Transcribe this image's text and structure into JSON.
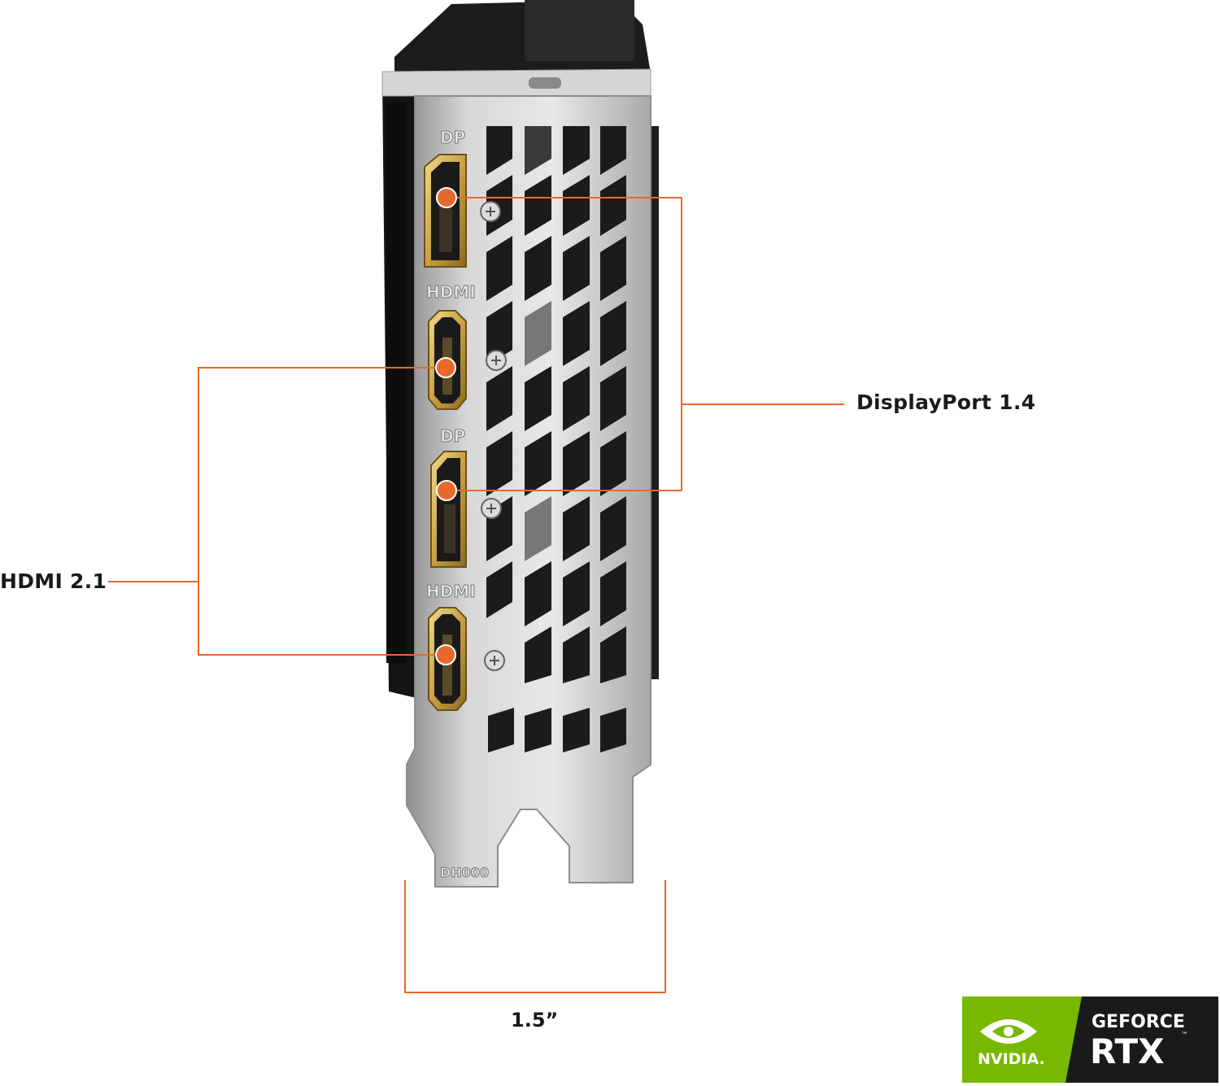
{
  "callouts": {
    "displayport": "DisplayPort 1.4",
    "hdmi": "HDMI 2.1",
    "bracket_width": "1.5”"
  },
  "port_labels": {
    "dp_top": "DP",
    "hdmi_1": "HDMI",
    "dp_2": "DP",
    "hdmi_2": "HDMI",
    "bracket_code": "DH000"
  },
  "badge": {
    "left_text": "NVIDIA.",
    "line1": "GEFORCE",
    "line2": "RTX",
    "tm": "™"
  },
  "colors": {
    "accent": "#e8692b",
    "nvidia_green": "#76b900",
    "badge_dark": "#1a1a1a",
    "bracket_silver": "#c9c9c9",
    "gold": "#c8a046"
  }
}
